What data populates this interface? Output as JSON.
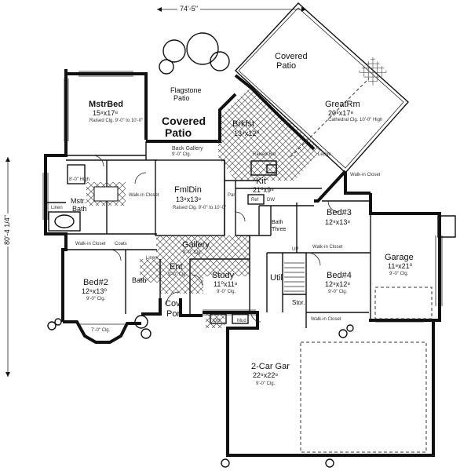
{
  "plan": {
    "overall_width": "74'-5\"",
    "overall_depth": "80'-4 1/4\"",
    "rooms": {
      "mstr_bed": {
        "name": "MstrBed",
        "size": "15⁸x17⁸",
        "ceiling": "Raised Clg. 9'-0\" to 10'-0\""
      },
      "flagstone": {
        "name": "Flagstone",
        "sub": "Patio"
      },
      "covered_patio_1": {
        "line1": "Covered",
        "line2": "Patio"
      },
      "covered_patio_2": {
        "line1": "Covered",
        "line2": "Patio"
      },
      "great_rm": {
        "name": "GreatRm",
        "size": "20⁸x17⁸",
        "ceiling": "Cathedral Clg. 10'-0\" High"
      },
      "brkfst": {
        "name": "Brkfst",
        "size": "13⁴x12⁰"
      },
      "back_gallery": {
        "name": "Back Gallery",
        "ceiling": "9'-0\" Clg."
      },
      "fml_din": {
        "name": "FmlDin",
        "size": "13⁸x13⁸",
        "ceiling": "Raised Clg. 9'-0\" to 10'-0\""
      },
      "kit": {
        "name": "Kit",
        "size": "21⁰x9⁸"
      },
      "mstr_bath": {
        "name": "Mstr.",
        "sub": "Bath"
      },
      "bed3": {
        "name": "Bed#3",
        "size": "12⁸x13⁸"
      },
      "garage": {
        "name": "Garage",
        "size": "11⁸x21⁰",
        "ceiling": "9'-0\" Clg."
      },
      "gallery": {
        "name": "Gallery",
        "ceiling": "9'-0\" Clg."
      },
      "bed2": {
        "name": "Bed#2",
        "size": "12⁸x13⁰",
        "ceiling": "9'-0\" Clg."
      },
      "ent": {
        "name": "Ent",
        "ceiling": "9'-0\" Clg."
      },
      "study": {
        "name": "Study",
        "size": "11⁰x11⁸",
        "ceiling": "9'-0\" Clg."
      },
      "util": {
        "name": "Util"
      },
      "bed4": {
        "name": "Bed#4",
        "size": "12⁸x12⁸",
        "ceiling": "9'-0\" Clg."
      },
      "bath": {
        "name": "Bath"
      },
      "bath2": {
        "name": "Bath",
        "sub": "Three"
      },
      "cov_por": {
        "line1": "Cov",
        "line2": "Por"
      },
      "stor": {
        "name": "Stor."
      },
      "car_gar": {
        "name": "2-Car Gar",
        "size": "22⁸x22⁸",
        "ceiling": "9'-0\" Clg."
      }
    },
    "small_labels": {
      "walk_in_closet_1": "Walk-in Closet",
      "walk_in_closet_2": "Walk-in Closet",
      "walk_in_closet_3": "Walk-in Closet",
      "walk_in_closet_4": "Walk-in Closet",
      "walk_in_closet_5": "Walk-in Closet",
      "linen_1": "Linen",
      "linen_2": "Linen",
      "high_wall": "8'-0\" High",
      "bay": "7'-0\" Clg.",
      "up": "UP",
      "ledge": "Ledge",
      "pantry": "Pan",
      "raised_bar": "Raised Bar",
      "ref": "Ref",
      "dw": "DW",
      "coats": "Coats",
      "mud": "Mud",
      "dh": "DH"
    }
  }
}
